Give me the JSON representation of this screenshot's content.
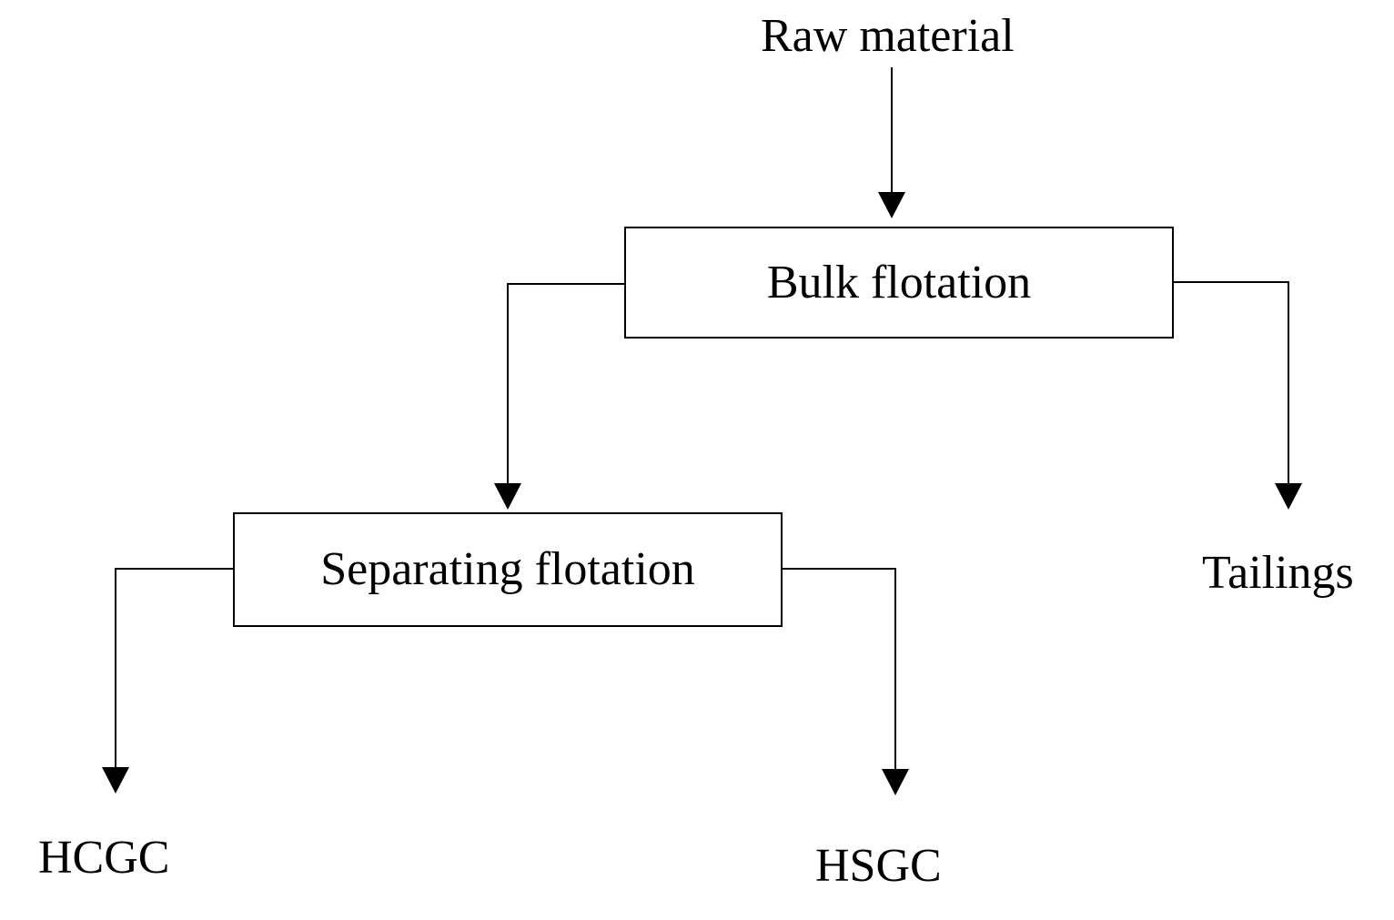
{
  "diagram": {
    "nodes": {
      "raw_material": "Raw material",
      "bulk_flotation": "Bulk flotation",
      "separating_flotation": "Separating flotation",
      "tailings": "Tailings",
      "hcgc": "HCGC",
      "hsgc": "HSGC"
    },
    "edges": [
      {
        "from": "raw_material",
        "to": "bulk_flotation"
      },
      {
        "from": "bulk_flotation",
        "to": "separating_flotation"
      },
      {
        "from": "bulk_flotation",
        "to": "tailings"
      },
      {
        "from": "separating_flotation",
        "to": "hcgc"
      },
      {
        "from": "separating_flotation",
        "to": "hsgc"
      }
    ],
    "colors": {
      "line": "#000000",
      "background": "#ffffff"
    }
  }
}
